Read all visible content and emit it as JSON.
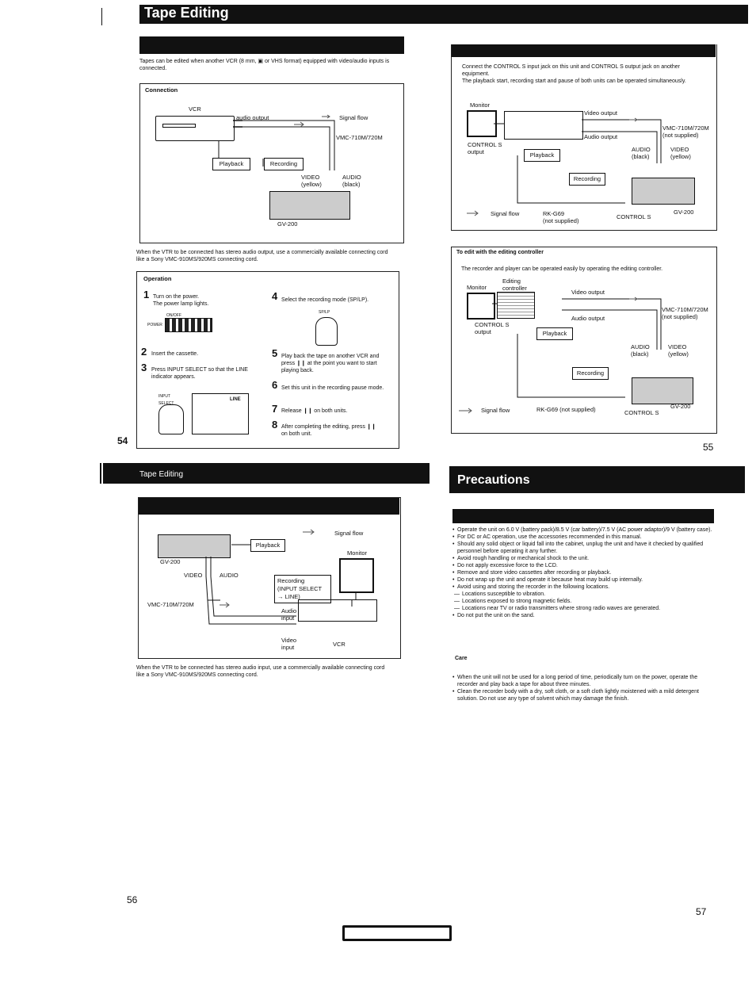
{
  "page54": {
    "header_title": "Tape Editing",
    "intro": "Tapes can be edited when another VCR (8 mm, ▣ or VHS format) equipped with video/audio inputs is connected.",
    "connection_heading": "Connection",
    "diagram": {
      "vcr": "VCR",
      "audio_output": "audio output",
      "signal_flow": "Signal flow",
      "cable": "VMC-710M/720M",
      "playback": "Playback",
      "recording": "Recording",
      "video": "VIDEO\n(yellow)",
      "audio": "AUDIO\n(black)",
      "unit": "GV-200"
    },
    "stereo_note": "When the VTR to be connected has stereo audio output, use a commercially available connecting cord like a Sony VMC-910MS/920MS connecting cord.",
    "operation_heading": "Operation",
    "steps": [
      {
        "n": "1",
        "text": "Turn on the power.\nThe power lamp lights."
      },
      {
        "n": "2",
        "text": "Insert the cassette."
      },
      {
        "n": "3",
        "text": "Press INPUT SELECT so that the LINE indicator appears."
      },
      {
        "n": "4",
        "text": "Select the recording mode (SP/LP)."
      },
      {
        "n": "5",
        "text": "Play back the tape on another VCR and press ❙❙ at the point you want to start playing back."
      },
      {
        "n": "6",
        "text": "Set this unit in the recording pause mode."
      },
      {
        "n": "7",
        "text": "Release ❙❙ on both units."
      },
      {
        "n": "8",
        "text": "After completing the editing, press ❙❙ on both unit."
      }
    ],
    "on_off": "ON/OFF",
    "power": "POWER",
    "sp_lp": "SP/LP",
    "input_select": "INPUT\nSELECT",
    "line": "LINE",
    "page_number": "54"
  },
  "page55": {
    "intro": "Connect the CONTROL S input jack on this unit and CONTROL S output jack on another equipment.\nThe playback start, recording start and pause of both units can be operated simultaneously.",
    "diag1": {
      "monitor": "Monitor",
      "video_output": "Video output",
      "cable": "VMC-710M/720M\n(not supplied)",
      "audio_output": "Audio output",
      "control_s_output": "CONTROL S\noutput",
      "audio": "AUDIO\n(black)",
      "video": "VIDEO\n(yellow)",
      "playback": "Playback",
      "recording": "Recording",
      "signal_flow": "Signal flow",
      "rk": "RK-G69\n(not supplied)",
      "control_s": "CONTROL S",
      "unit": "GV-200"
    },
    "editing_heading": "To edit with the editing controller",
    "editing_intro": "The recorder and player can be operated easily by operating the editing controller.",
    "diag2": {
      "monitor": "Monitor",
      "editing_controller": "Editing\ncontroller",
      "video_output": "Video output",
      "cable": "VMC-710M/720M\n(not supplied)",
      "audio_output": "Audio output",
      "control_s_output": "CONTROL S\noutput",
      "playback": "Playback",
      "audio": "AUDIO\n(black)",
      "video": "VIDEO\n(yellow)",
      "recording": "Recording",
      "signal_flow": "Signal flow",
      "rk": "RK-G69 (not supplied)",
      "control_s": "CONTROL S",
      "unit": "GV-200"
    },
    "page_number": "55"
  },
  "page56": {
    "header_title": "Tape Editing",
    "diagram": {
      "signal_flow": "Signal flow",
      "playback": "Playback",
      "unit": "GV-200",
      "monitor": "Monitor",
      "video": "VIDEO",
      "audio": "AUDIO",
      "recording": "Recording\n(INPUT SELECT\n→ LINE)",
      "cable": "VMC-710M/720M",
      "audio_input": "Audio\ninput",
      "video_input": "Video\ninput",
      "vcr": "VCR"
    },
    "stereo_note": "When the VTR to be connected has stereo audio input, use a commercially available connecting cord like a Sony VMC-910MS/920MS connecting cord.",
    "page_number": "56"
  },
  "page57": {
    "header_title": "Precautions",
    "bullets": [
      "Operate the unit on 6.0 V (battery pack)/8.5 V (car battery)/7.5 V (AC power adaptor)/9 V (battery case).",
      "For DC or AC operation, use the accessories recommended in this manual.",
      "Should any solid object or liquid fall into the cabinet, unplug the unit and have it checked by qualified personnel before operating it any further.",
      "Avoid rough handling or mechanical shock to the unit.",
      "Do not apply excessive force to the LCD.",
      "Remove and store video cassettes after recording or playback.",
      "Do not wrap up the unit and operate it because heat may build up internally.",
      "Avoid using and storing the recorder in the following locations."
    ],
    "sub_bullets": [
      "Locations susceptible to vibration.",
      "Locations exposed to strong magnetic fields.",
      "Locations near TV or radio transmitters where strong radio waves are generated."
    ],
    "last_bullet": "Do not put the unit on the sand.",
    "care_heading": "Care",
    "care_bullets": [
      "When the unit will not be used for a long period of time, periodically turn on the power, operate the recorder and play back a tape for about three minutes.",
      "Clean the recorder body with a dry, soft cloth, or a soft cloth lightly moistened with a mild detergent solution. Do not use any type of solvent which may damage the finish."
    ],
    "page_number": "57"
  }
}
